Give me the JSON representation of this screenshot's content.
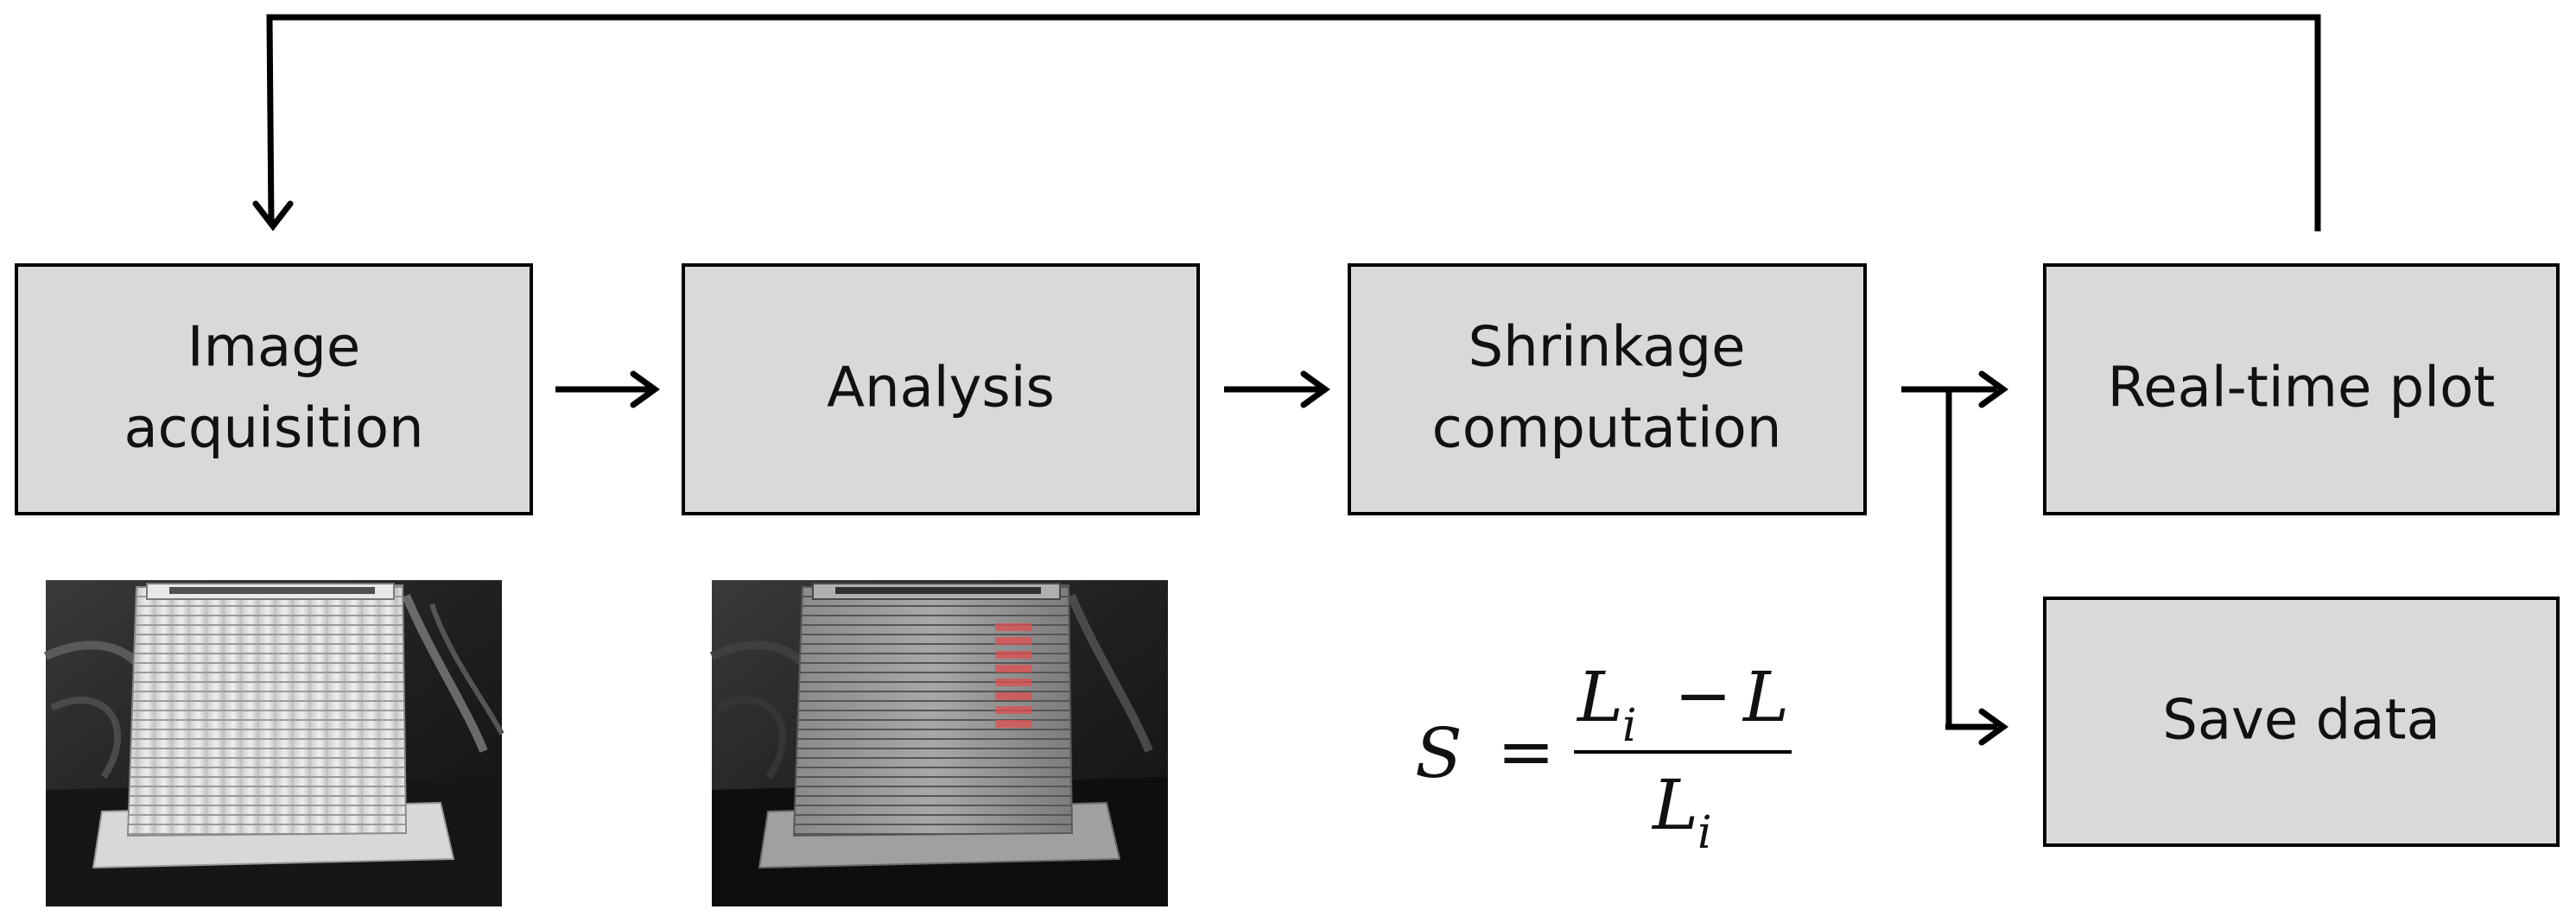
{
  "boxes": {
    "image_acquisition": {
      "line1": "Image",
      "line2": "acquisition"
    },
    "analysis": {
      "label": "Analysis"
    },
    "shrinkage_computation": {
      "line1": "Shrinkage",
      "line2": "computation"
    },
    "realtime_plot": {
      "label": "Real-time plot"
    },
    "save_data": {
      "label": "Save data"
    }
  },
  "formula": {
    "lhs": "S",
    "equals": "=",
    "numerator_symbol": "L",
    "numerator_subscript": "i",
    "minus": "−",
    "numerator_rhs": "L",
    "denominator_symbol": "L",
    "denominator_subscript": "i"
  },
  "colors": {
    "box_fill": "#d9d9d9",
    "stroke": "#000000",
    "highlight": "#e05050"
  }
}
